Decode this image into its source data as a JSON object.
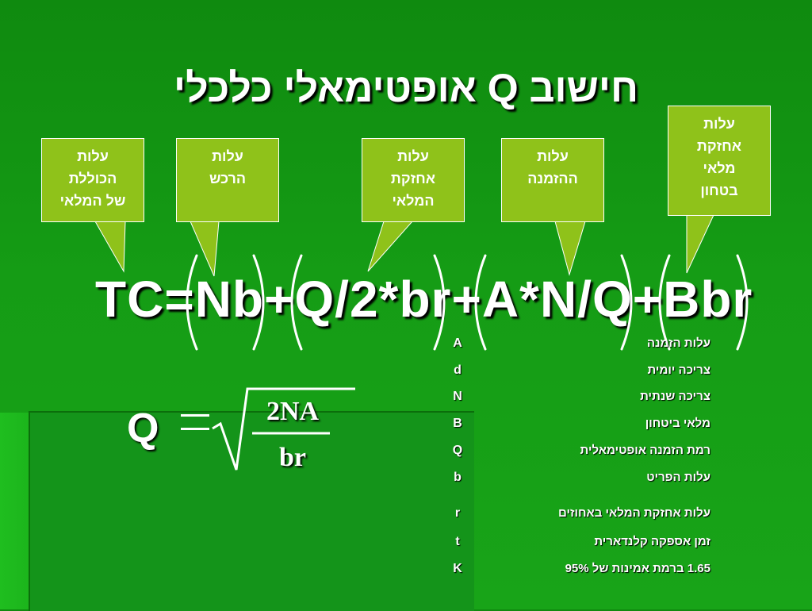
{
  "slide": {
    "title": "חישוב Q אופטימאלי כלכלי",
    "callouts": [
      {
        "lines": [
          "עלות",
          "הכוללת",
          "של המלאי"
        ]
      },
      {
        "lines": [
          "עלות",
          "הרכש"
        ]
      },
      {
        "lines": [
          "עלות",
          "אחזקת",
          "המלאי"
        ]
      },
      {
        "lines": [
          "עלות",
          "ההזמנה"
        ]
      },
      {
        "lines": [
          "עלות",
          "אחזקת",
          "מלאי",
          "בטחון"
        ]
      }
    ],
    "formula": "TC=Nb+Q/2*br+A*N/Q+Bbr",
    "eoq": {
      "lhs": "Q",
      "numerator": "2NA",
      "denominator": "br"
    },
    "legend": [
      {
        "symbol": "A",
        "text": "עלות הזמנה"
      },
      {
        "symbol": "d",
        "text": "צריכה יומית"
      },
      {
        "symbol": "N",
        "text": "צריכה שנתית"
      },
      {
        "symbol": "B",
        "text": "מלאי ביטחון"
      },
      {
        "symbol": "Q",
        "text": "רמת הזמנה אופטימאלית"
      },
      {
        "symbol": "b",
        "text": "עלות הפריט"
      },
      {
        "symbol": "r",
        "text": "עלות אחזקת המלאי באחוזים"
      },
      {
        "symbol": "t",
        "text": "זמן אספקה קלנדארית"
      },
      {
        "symbol": "K",
        "text": "1.65 ברמת אמינות של 95%"
      }
    ]
  }
}
